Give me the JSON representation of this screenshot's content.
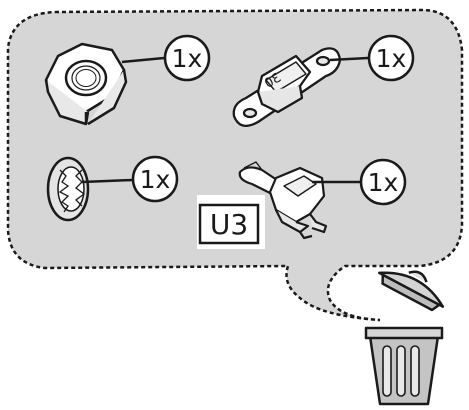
{
  "parts": {
    "nut": {
      "quantity_label": "1x"
    },
    "fuse": {
      "quantity_label": "1x"
    },
    "washer": {
      "quantity_label": "1x"
    },
    "connector": {
      "quantity_label": "1x"
    }
  },
  "fuse_marking": "30",
  "tag": {
    "label": "U3"
  },
  "colors": {
    "bubble_fill": "#d6d6d6",
    "bubble_border": "#1a1a1a",
    "tag_background": "#d6d6d6",
    "bin_fill": "#bdbdbd",
    "outline": "#1a1a1a"
  },
  "icons": [
    "hex-nut-icon",
    "blade-fuse-icon",
    "lock-washer-icon",
    "connector-plug-icon",
    "trash-bin-icon"
  ]
}
